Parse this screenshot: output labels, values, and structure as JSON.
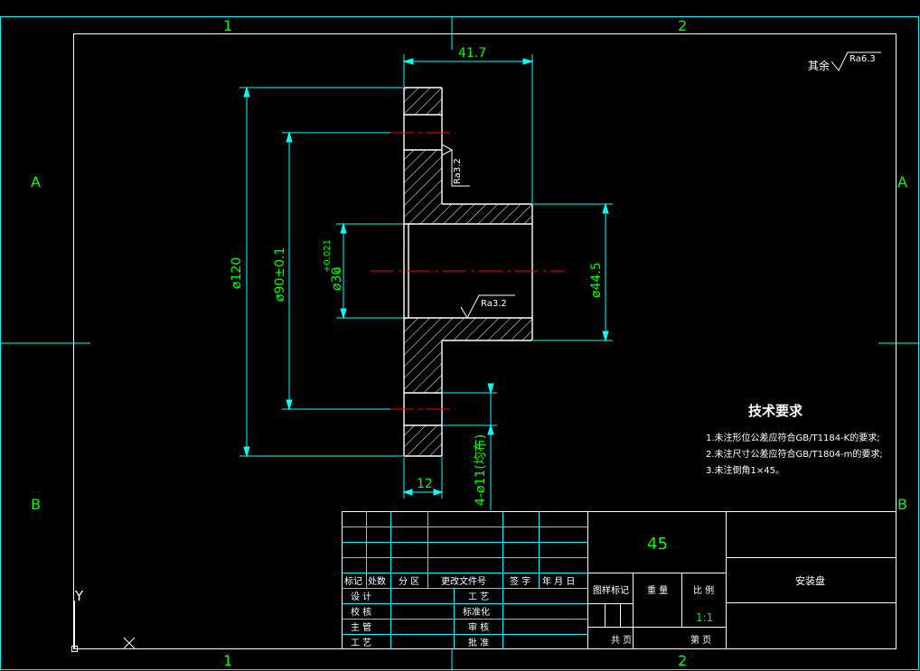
{
  "colors": {
    "background": "#000000",
    "frame": "#ffffff",
    "dimension": "#00ffff",
    "text": "#00ff00",
    "centerline": "#ff0000",
    "hatch": "#ffffff"
  },
  "grid_labels": {
    "top_1": "1",
    "top_2": "2",
    "bottom_1": "1",
    "bottom_2": "2",
    "left_a": "A",
    "left_b": "B",
    "right_a": "A",
    "right_b": "B"
  },
  "ucs": {
    "y": "Y",
    "x": "X"
  },
  "roughness": {
    "general_prefix": "其余",
    "general_value": "Ra6.3",
    "flange_face": "Ra3.2",
    "bore": "Ra3.2"
  },
  "dimensions": {
    "width_top": "41.7",
    "dia_120": "ø120",
    "dia_90": "ø90±0.1",
    "dia_30": "ø30",
    "dia_30_tol_upper": "+0.021",
    "dia_30_tol_lower": "0",
    "dia_44": "ø44.5",
    "thickness": "12",
    "holes": "4-ø11(均布)"
  },
  "tech_requirements": {
    "title": "技术要求",
    "items": [
      "1.未注形位公差应符合GB/T1184-K的要求;",
      "2.未注尺寸公差应符合GB/T1804-m的要求;",
      "3.未注倒角1×45。"
    ]
  },
  "title_block": {
    "material": "45",
    "part_name": "安装盘",
    "scale_value": "1:1",
    "headers": [
      "标记",
      "处数",
      "分 区",
      "更改文件号",
      "签 字",
      "年 月 日"
    ],
    "right_headers": [
      "图样标记",
      "重 量",
      "比 例"
    ],
    "row_labels": [
      "设 计",
      "校 核",
      "主 管",
      "工 艺"
    ],
    "mid_labels": [
      "工 艺",
      "标准化",
      "审 核",
      "批 准"
    ],
    "sheet_total": "共 页",
    "sheet_no": "第 页"
  }
}
